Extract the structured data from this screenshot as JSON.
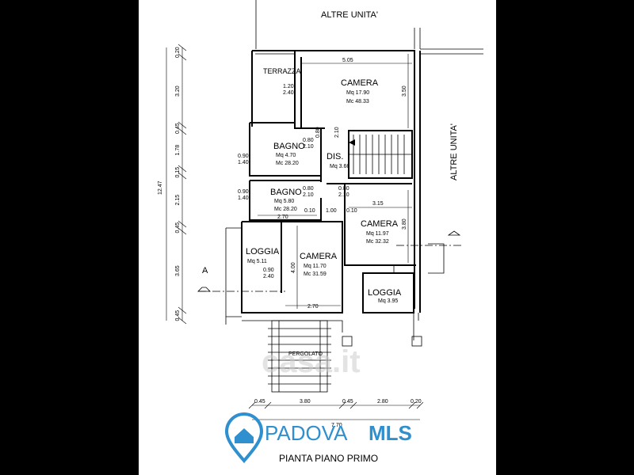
{
  "plan": {
    "top_label": "ALTRE UNITA'",
    "side_label": "ALTRE UNITA'",
    "title": "PIANTA PIANO PRIMO",
    "section_marker": "A",
    "watermark": "casa.it"
  },
  "brand": {
    "name_a": "PADOVA",
    "name_b": "MLS",
    "color": "#2f8fcf"
  },
  "rooms": {
    "terrazza": {
      "name": "TERRAZZA"
    },
    "camera1": {
      "name": "CAMERA",
      "mq": "Mq 17.90",
      "mc": "Mc 48.33"
    },
    "bagno1": {
      "name": "BAGNO",
      "mq": "Mq 4.70",
      "mc": "Mc 28.20"
    },
    "dis": {
      "name": "DIS.",
      "mq": "Mq 3.66"
    },
    "bagno2": {
      "name": "BAGNO",
      "mq": "Mq 5.80",
      "mc": "Mc 28.20"
    },
    "camera2": {
      "name": "CAMERA",
      "mq": "Mq 11.97",
      "mc": "Mc 32.32"
    },
    "loggia1": {
      "name": "LOGGIA",
      "mq": "Mq 5.11"
    },
    "camera3": {
      "name": "CAMERA",
      "mq": "Mq 11.70",
      "mc": "Mc 31.59"
    },
    "loggia2": {
      "name": "LOGGIA",
      "mq": "Mq 3.95"
    },
    "pergolato": {
      "name": "PERGOLATO"
    }
  },
  "dims": {
    "d505": "5.05",
    "d350": "3.50",
    "d120": "1.20",
    "d240a": "2.40",
    "d080a": "0.80",
    "d210a": "2.10",
    "d080b": "0.80",
    "d210b": "2.10",
    "d090a": "0.90",
    "d140a": "1.40",
    "d090b": "0.90",
    "d140b": "1.40",
    "d080c": "0.80",
    "d210c": "2.10",
    "d080d": "0.80",
    "d210d": "2.10",
    "d270a": "2.70",
    "d010a": "0.10",
    "d100": "1.00",
    "d010b": "0.10",
    "d315": "3.15",
    "d380a": "3.80",
    "d400": "4.00",
    "d090c": "0.90",
    "d240b": "2.40",
    "d270b": "2.70",
    "left_total": "12.47",
    "left": [
      "0.20",
      "3.20",
      "0.45",
      "1.78",
      "0.15",
      "2.15",
      "0.45",
      "3.65",
      "0.45"
    ],
    "bottom": [
      "0.45",
      "3.80",
      "0.45",
      "2.80",
      "0.20"
    ],
    "bottom_total": "7.70"
  }
}
